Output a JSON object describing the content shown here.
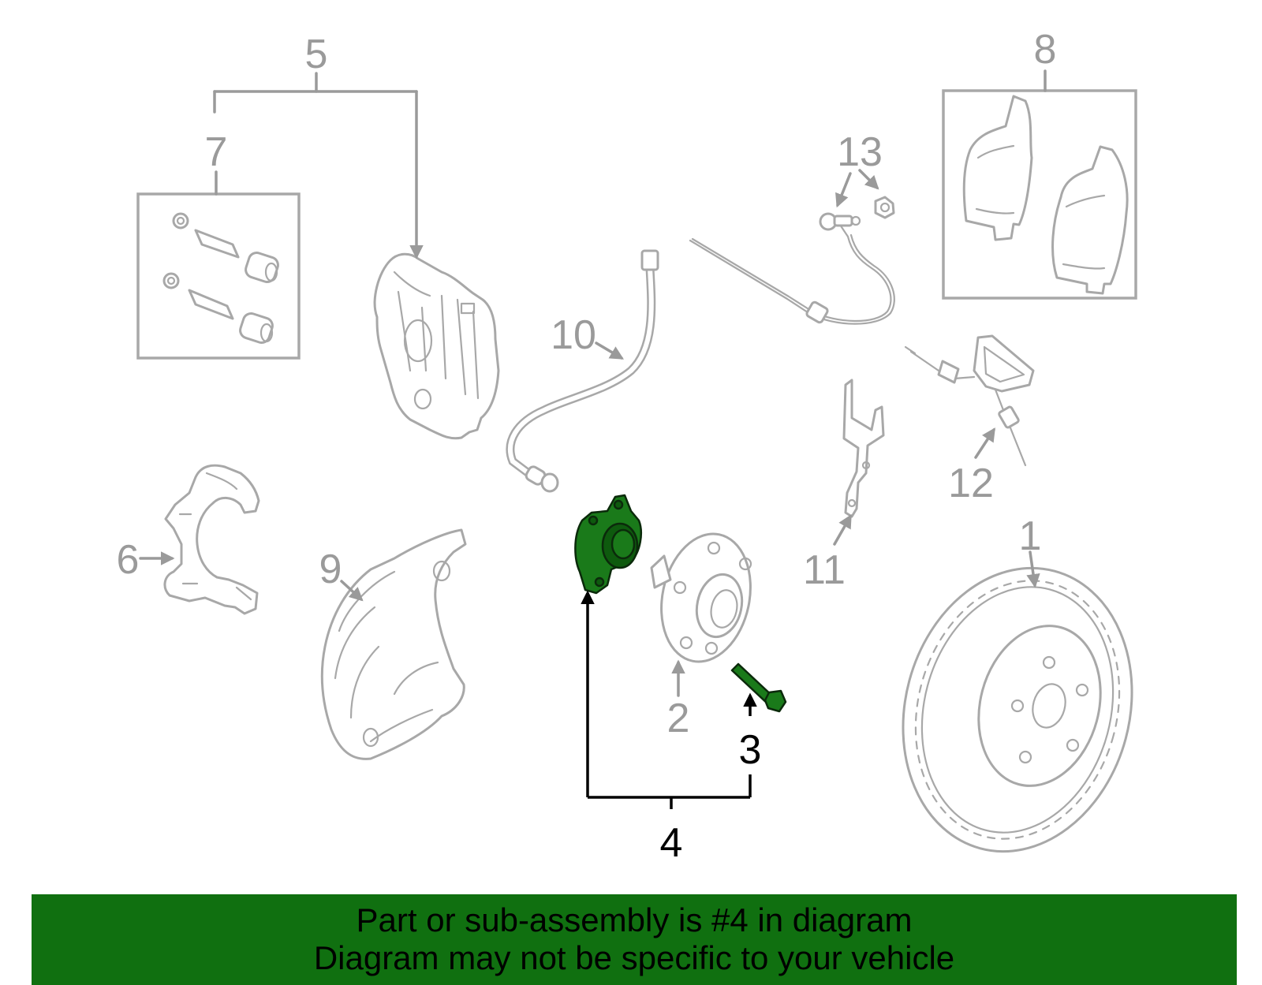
{
  "callouts": {
    "c1": "1",
    "c2": "2",
    "c3": "3",
    "c4": "4",
    "c5": "5",
    "c6": "6",
    "c7": "7",
    "c8": "8",
    "c9": "9",
    "c10": "10",
    "c11": "11",
    "c12": "12",
    "c13": "13"
  },
  "highlighted_part": "4",
  "colors": {
    "highlight_fill": "#1a7a1a",
    "banner_bg": "#107010",
    "line_gray": "#9a9a9a"
  },
  "banner": {
    "line1": "Part or sub-assembly is #4 in diagram",
    "line2": "Diagram may not be specific to your vehicle"
  }
}
